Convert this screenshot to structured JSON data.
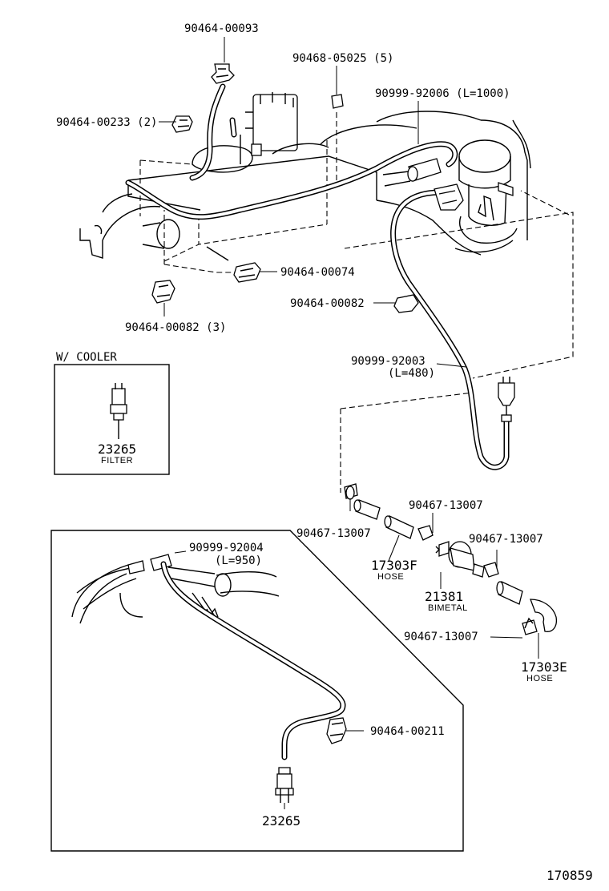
{
  "figure_number": "170859",
  "callouts": {
    "c1": "90464-00093",
    "c2": "90468-05025 (5)",
    "c3": "90999-92006 (L=1000)",
    "c4": "90464-00233 (2)",
    "c5": "90464-00074",
    "c6": "90464-00082",
    "c7": "90464-00082 (3)",
    "c8": "90999-92003",
    "c8b": "(L=480)",
    "c9": "90467-13007",
    "c10": "90467-13007",
    "c11": "90467-13007",
    "c12": "90467-13007",
    "c13": "90999-92004",
    "c13b": "(L=950)",
    "c14": "90464-00211",
    "c15": "23265"
  },
  "parts": {
    "p1": {
      "number": "17303F",
      "name": "HOSE"
    },
    "p2": {
      "number": "21381",
      "name": "BIMETAL"
    },
    "p3": {
      "number": "17303E",
      "name": "HOSE"
    }
  },
  "cooler_box": {
    "title": "W/ COOLER",
    "part_number": "23265",
    "part_name": "FILTER"
  }
}
